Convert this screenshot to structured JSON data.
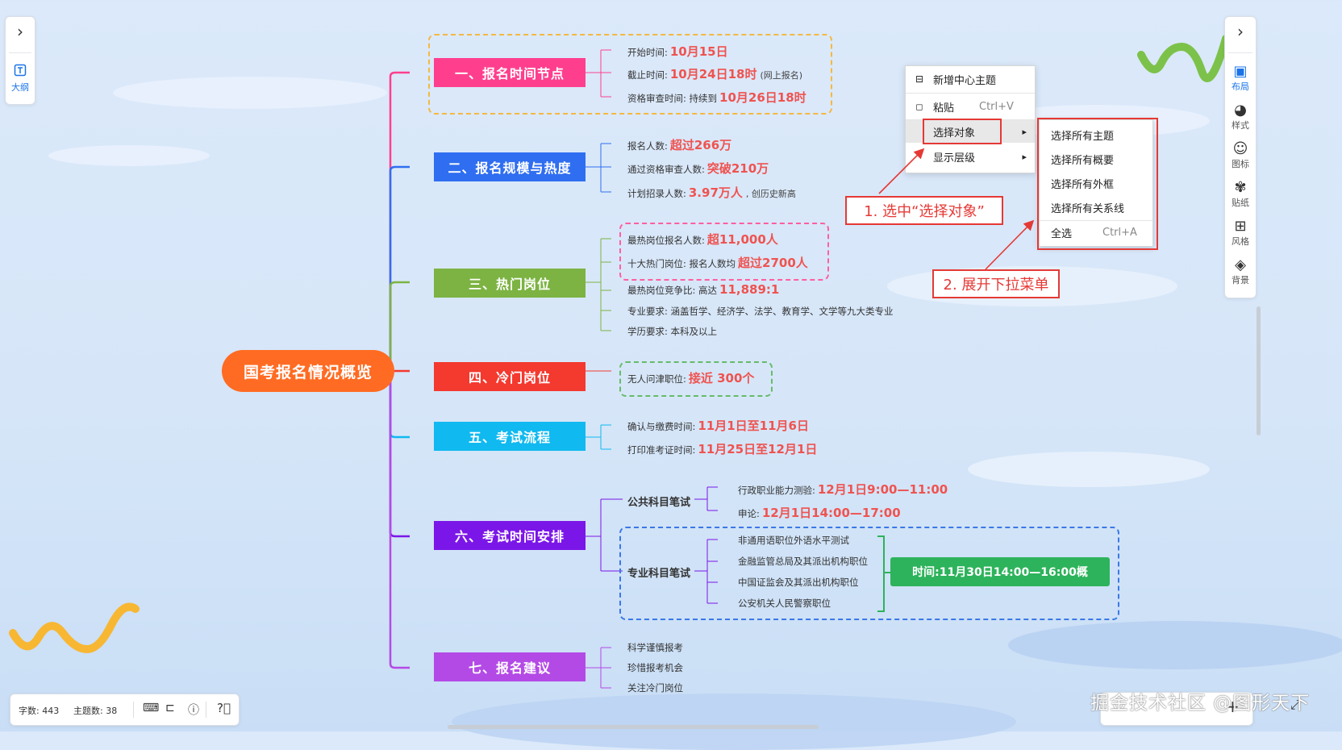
{
  "left_panel": {
    "outline_label": "大纲"
  },
  "right_panel": {
    "items": [
      {
        "icon": "layout-icon",
        "label": "布局"
      },
      {
        "icon": "palette-icon",
        "label": "样式"
      },
      {
        "icon": "smiley-icon",
        "label": "图标"
      },
      {
        "icon": "sticker-icon",
        "label": "贴纸"
      },
      {
        "icon": "grid-icon",
        "label": "风格"
      },
      {
        "icon": "layers-icon",
        "label": "背景"
      }
    ]
  },
  "root": {
    "label": "国考报名情况概览"
  },
  "branches": [
    {
      "label": "一、报名时间节点",
      "color": "#ff3f8e",
      "leaves": [
        {
          "text": "开始时间:",
          "value": "10月15日",
          "note": ""
        },
        {
          "text": "截止时间:",
          "value": "10月24日18时",
          "note": "(网上报名)"
        },
        {
          "text": "资格审查时间: 持续到",
          "value": "10月26日18时",
          "note": ""
        }
      ]
    },
    {
      "label": "二、报名规模与热度",
      "color": "#2f6ef0",
      "leaves": [
        {
          "text": "报名人数:",
          "value": "超过266万",
          "note": ""
        },
        {
          "text": "通过资格审查人数:",
          "value": "突破210万",
          "note": ""
        },
        {
          "text": "计划招录人数:",
          "value": "3.97万人",
          "note": ", 创历史新高"
        }
      ]
    },
    {
      "label": "三、热门岗位",
      "color": "#7cb342",
      "leaves": [
        {
          "text": "最热岗位报名人数:",
          "value": "超11,000人",
          "note": ""
        },
        {
          "text": "十大热门岗位: 报名人数均",
          "value": "超过2700人",
          "note": ""
        },
        {
          "text": "最热岗位竞争比: 高达",
          "value": "11,889:1",
          "note": ""
        },
        {
          "text": "专业要求: 涵盖哲学、经济学、法学、教育学、文学等九大类专业",
          "value": "",
          "note": ""
        },
        {
          "text": "学历要求: 本科及以上",
          "value": "",
          "note": ""
        }
      ]
    },
    {
      "label": "四、冷门岗位",
      "color": "#f4392f",
      "leaves": [
        {
          "text": "无人问津职位:",
          "value": "接近 300个",
          "note": ""
        }
      ]
    },
    {
      "label": "五、考试流程",
      "color": "#10b9f0",
      "leaves": [
        {
          "text": "确认与缴费时间:",
          "value": "11月1日至11月6日",
          "note": ""
        },
        {
          "text": "打印准考证时间:",
          "value": "11月25日至12月1日",
          "note": ""
        }
      ]
    },
    {
      "label": "六、考试时间安排",
      "color": "#7b16e8",
      "subs": [
        {
          "label": "公共科目笔试",
          "leaves": [
            {
              "text": "行政职业能力测验:",
              "value": "12月1日9:00—11:00"
            },
            {
              "text": "申论:",
              "value": "12月1日14:00—17:00"
            }
          ]
        },
        {
          "label": "专业科目笔试",
          "leaves": [
            {
              "text": "非通用语职位外语水平测试"
            },
            {
              "text": "金融监管总局及其派出机构职位"
            },
            {
              "text": "中国证监会及其派出机构职位"
            },
            {
              "text": "公安机关人民警察职位"
            }
          ],
          "summary": "时间:11月30日14:00—16:00概"
        }
      ]
    },
    {
      "label": "七、报名建议",
      "color": "#b44ae6",
      "leaves": [
        {
          "text": "科学谨慎报考"
        },
        {
          "text": "珍惜报考机会"
        },
        {
          "text": "关注冷门岗位"
        }
      ]
    }
  ],
  "context_menu": {
    "items": [
      {
        "icon": "topic-icon",
        "label": "新增中心主题",
        "shortcut": ""
      },
      {
        "icon": "paste-icon",
        "label": "粘贴",
        "shortcut": "Ctrl+V"
      },
      {
        "icon": "",
        "label": "选择对象",
        "shortcut": "▸"
      },
      {
        "icon": "",
        "label": "显示层级",
        "shortcut": "▸"
      }
    ]
  },
  "submenu": {
    "items": [
      {
        "label": "选择所有主题",
        "shortcut": ""
      },
      {
        "label": "选择所有概要",
        "shortcut": ""
      },
      {
        "label": "选择所有外框",
        "shortcut": ""
      },
      {
        "label": "选择所有关系线",
        "shortcut": ""
      },
      {
        "label": "全选",
        "shortcut": "Ctrl+A"
      }
    ]
  },
  "annotations": {
    "step1": "1. 选中“选择对象”",
    "step2": "2. 展开下拉菜单"
  },
  "status_bar": {
    "word_count": "字数: 443",
    "topic_count": "主题数: 38"
  },
  "watermark": "掘金技术社区 @图形天下"
}
